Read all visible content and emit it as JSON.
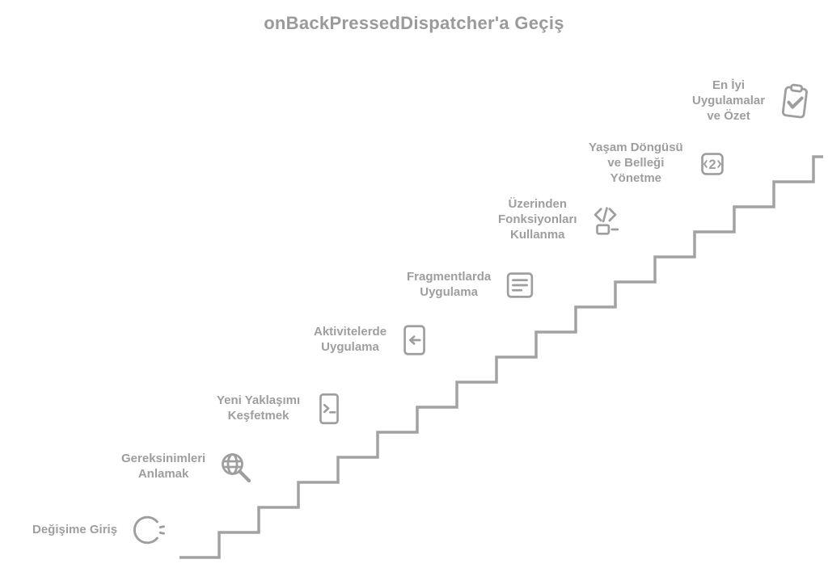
{
  "title": "onBackPressedDispatcher'a Geçiş",
  "colors": {
    "background": "#ffffff",
    "text": "#9e9e9e",
    "stair_line": "#a2a2a2"
  },
  "steps": [
    {
      "id": 1,
      "icon": "sync-icon",
      "lines": [
        "Değişime Giriş"
      ]
    },
    {
      "id": 2,
      "icon": "search-globe-icon",
      "lines": [
        "Gereksinimleri",
        "Anlamak"
      ]
    },
    {
      "id": 3,
      "icon": "terminal-file-icon",
      "lines": [
        "Yeni Yaklaşımı",
        "Keşfetmek"
      ]
    },
    {
      "id": 4,
      "icon": "phone-back-icon",
      "lines": [
        "Aktivitelerde",
        "Uygulama"
      ]
    },
    {
      "id": 5,
      "icon": "fragment-list-icon",
      "lines": [
        "Fragmentlarda",
        "Uygulama"
      ]
    },
    {
      "id": 6,
      "icon": "code-icon",
      "lines": [
        "Üzerinden",
        "Fonksiyonları",
        "Kullanma"
      ]
    },
    {
      "id": 7,
      "icon": "timer-icon",
      "lines": [
        "Yaşam Döngüsü",
        "ve Belleği",
        "Yönetme"
      ],
      "icon_text": "2"
    },
    {
      "id": 8,
      "icon": "clipboard-check-icon",
      "lines": [
        "En İyi",
        "Uygulamalar",
        "ve Özet"
      ]
    }
  ]
}
